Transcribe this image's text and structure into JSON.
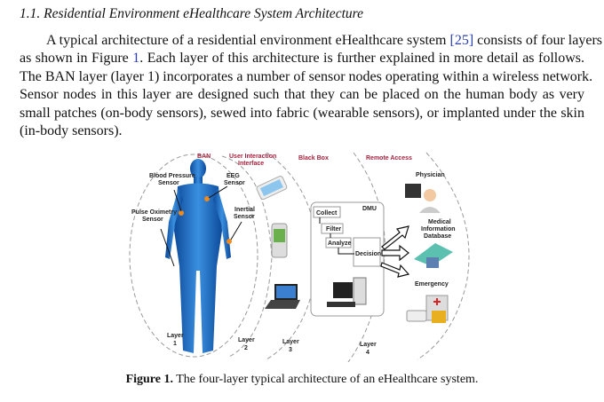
{
  "section": {
    "heading": "1.1. Residential Environment eHealthcare System Architecture"
  },
  "paragraph": {
    "lines": [
      [
        "A typical architecture of a residential environment eHealthcare system ",
        "[25]",
        " consists of four layers"
      ],
      [
        "as shown in Figure ",
        "1",
        ". Each layer of this architecture is further explained in more detail as follows."
      ],
      [
        "The BAN layer (layer 1) incorporates a number of sensor nodes operating within a wireless network."
      ],
      [
        "Sensor nodes in this layer are designed such that they can be placed on the human body as very"
      ],
      [
        "small patches (on-body sensors), sewed into fabric (wearable sensors), or implanted under the skin"
      ],
      [
        "(in-body sensors)."
      ]
    ]
  },
  "figure": {
    "labels": {
      "ban": "BAN",
      "user_interaction_1": "User Interaction",
      "user_interaction_2": "Interface",
      "black_box": "Black Box",
      "remote_access": "Remote Access",
      "blood_pressure_1": "Blood Pressure",
      "blood_pressure_2": "Sensor",
      "eeg_1": "EEG",
      "eeg_2": "Sensor",
      "pulse_ox_1": "Pulse Oximetry",
      "pulse_ox_2": "Sensor",
      "inertial_1": "Inertial",
      "inertial_2": "Sensor",
      "dmu": "DMU",
      "collect": "Collect",
      "filter": "Filter",
      "analyze": "Analyze",
      "decision": "Decision",
      "physician": "Physician",
      "medical_1": "Medical",
      "medical_2": "Information",
      "medical_3": "Database",
      "emergency": "Emergency",
      "layer": "Layer",
      "layer1": "1",
      "layer2": "2",
      "layer3": "3",
      "layer4": "4"
    }
  },
  "caption": {
    "label": "Figure 1.",
    "text": " The four-layer typical architecture of an eHealthcare system."
  },
  "colors": {
    "link": "#2a3fb0",
    "label_red": "#a3233d",
    "body_blue": "#1f6fc0",
    "sensor": "#f08a1c"
  }
}
